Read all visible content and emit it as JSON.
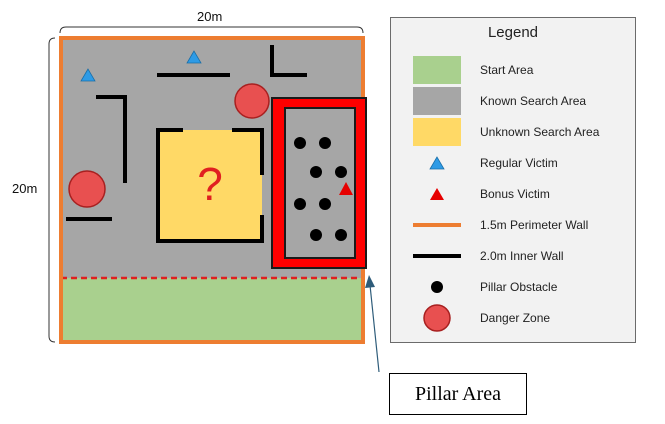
{
  "dimensions": {
    "width": "20m",
    "height": "20m"
  },
  "map": {
    "unknown_marker": "?"
  },
  "callout": {
    "label": "Pillar Area"
  },
  "legend": {
    "title": "Legend",
    "items": [
      {
        "key": "start",
        "label": "Start Area"
      },
      {
        "key": "known",
        "label": "Known Search Area"
      },
      {
        "key": "unknown",
        "label": "Unknown Search Area"
      },
      {
        "key": "regular",
        "label": "Regular Victim"
      },
      {
        "key": "bonus",
        "label": "Bonus Victim"
      },
      {
        "key": "perimeter",
        "label": "1.5m Perimeter Wall"
      },
      {
        "key": "inner",
        "label": "2.0m Inner Wall"
      },
      {
        "key": "pillar",
        "label": "Pillar Obstacle"
      },
      {
        "key": "danger",
        "label": "Danger Zone"
      }
    ]
  },
  "colors": {
    "start_area": "#a9d08e",
    "known_area": "#a6a6a6",
    "unknown_area": "#ffd966",
    "regular_victim": "#2e9be6",
    "bonus_victim": "#e60000",
    "perimeter_wall": "#ed7d31",
    "inner_wall": "#000000",
    "danger_zone": "#e85050",
    "pillar_border": "#ff0000",
    "callout_arrow": "#2e5c7a"
  }
}
